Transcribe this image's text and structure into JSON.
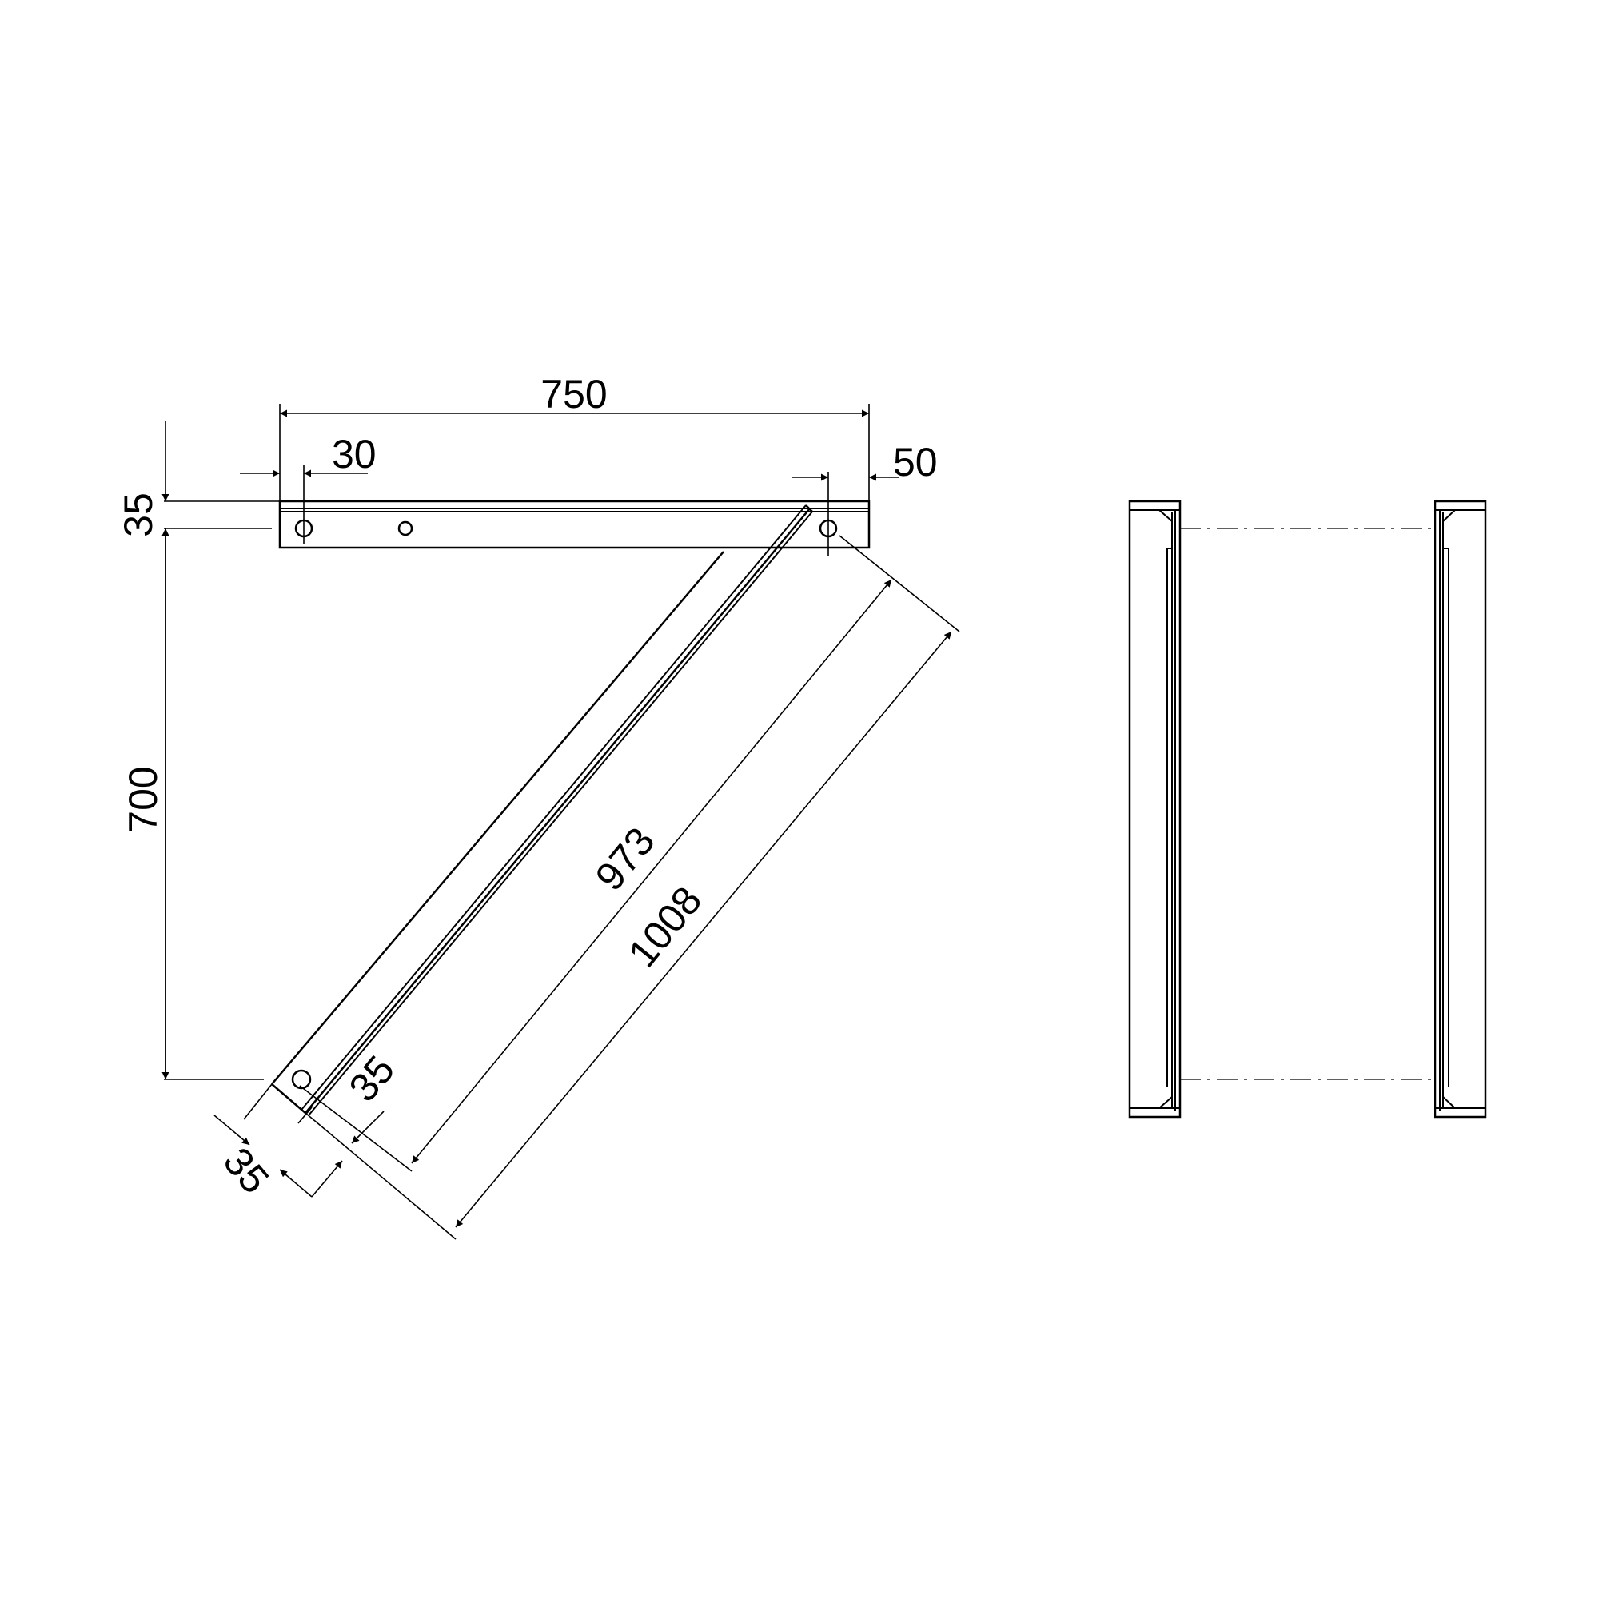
{
  "drawing": {
    "dimensions": {
      "overall_width": "750",
      "hole_offset_left": "30",
      "hole_offset_right": "50",
      "bar_height": "35",
      "vertical_height": "700",
      "brace_length_inner": "973",
      "brace_length_outer": "1008",
      "brace_width_a": "35",
      "brace_width_b": "35"
    }
  }
}
